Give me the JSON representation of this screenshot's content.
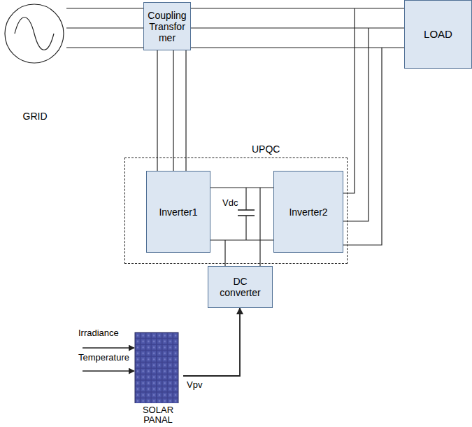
{
  "diagram": {
    "nodes": [
      {
        "text": [
          "GRID"
        ]
      },
      {
        "text": [
          "Coupling Transfor mer"
        ]
      },
      {
        "text": [
          "LOAD"
        ]
      },
      {
        "text": [
          "UPQC"
        ]
      },
      {
        "text": [
          "Inverter1"
        ],
        "in": 3
      },
      {
        "text": [
          "Inverter2"
        ],
        "in": 3
      },
      {
        "text": [
          "DC converter"
        ]
      },
      {
        "text": [
          "SOLAR PANAL"
        ]
      }
    ],
    "edges": [
      {
        "from": 0,
        "to": 1,
        "arrow": "none"
      },
      {
        "from": 0,
        "to": 1,
        "arrow": "none"
      },
      {
        "from": 0,
        "to": 1,
        "arrow": "none"
      },
      {
        "from": 1,
        "to": 2,
        "arrow": "none"
      },
      {
        "from": 1,
        "to": 2,
        "arrow": "none"
      },
      {
        "from": 1,
        "to": 2,
        "arrow": "none"
      },
      {
        "from": 1,
        "to": 4,
        "arrow": "none"
      },
      {
        "from": 1,
        "to": 4,
        "arrow": "none"
      },
      {
        "from": 1,
        "to": 4,
        "arrow": "none"
      },
      {
        "from": 4,
        "to": 5,
        "arrow": "none"
      },
      {
        "from": 4,
        "to": 5,
        "arrow": "none"
      },
      {
        "from": 7,
        "to": 6,
        "label": "Vpv",
        "arrow": "to"
      }
    ],
    "labels": [
      "Vdc",
      "Irradiance",
      "Temperature"
    ]
  }
}
